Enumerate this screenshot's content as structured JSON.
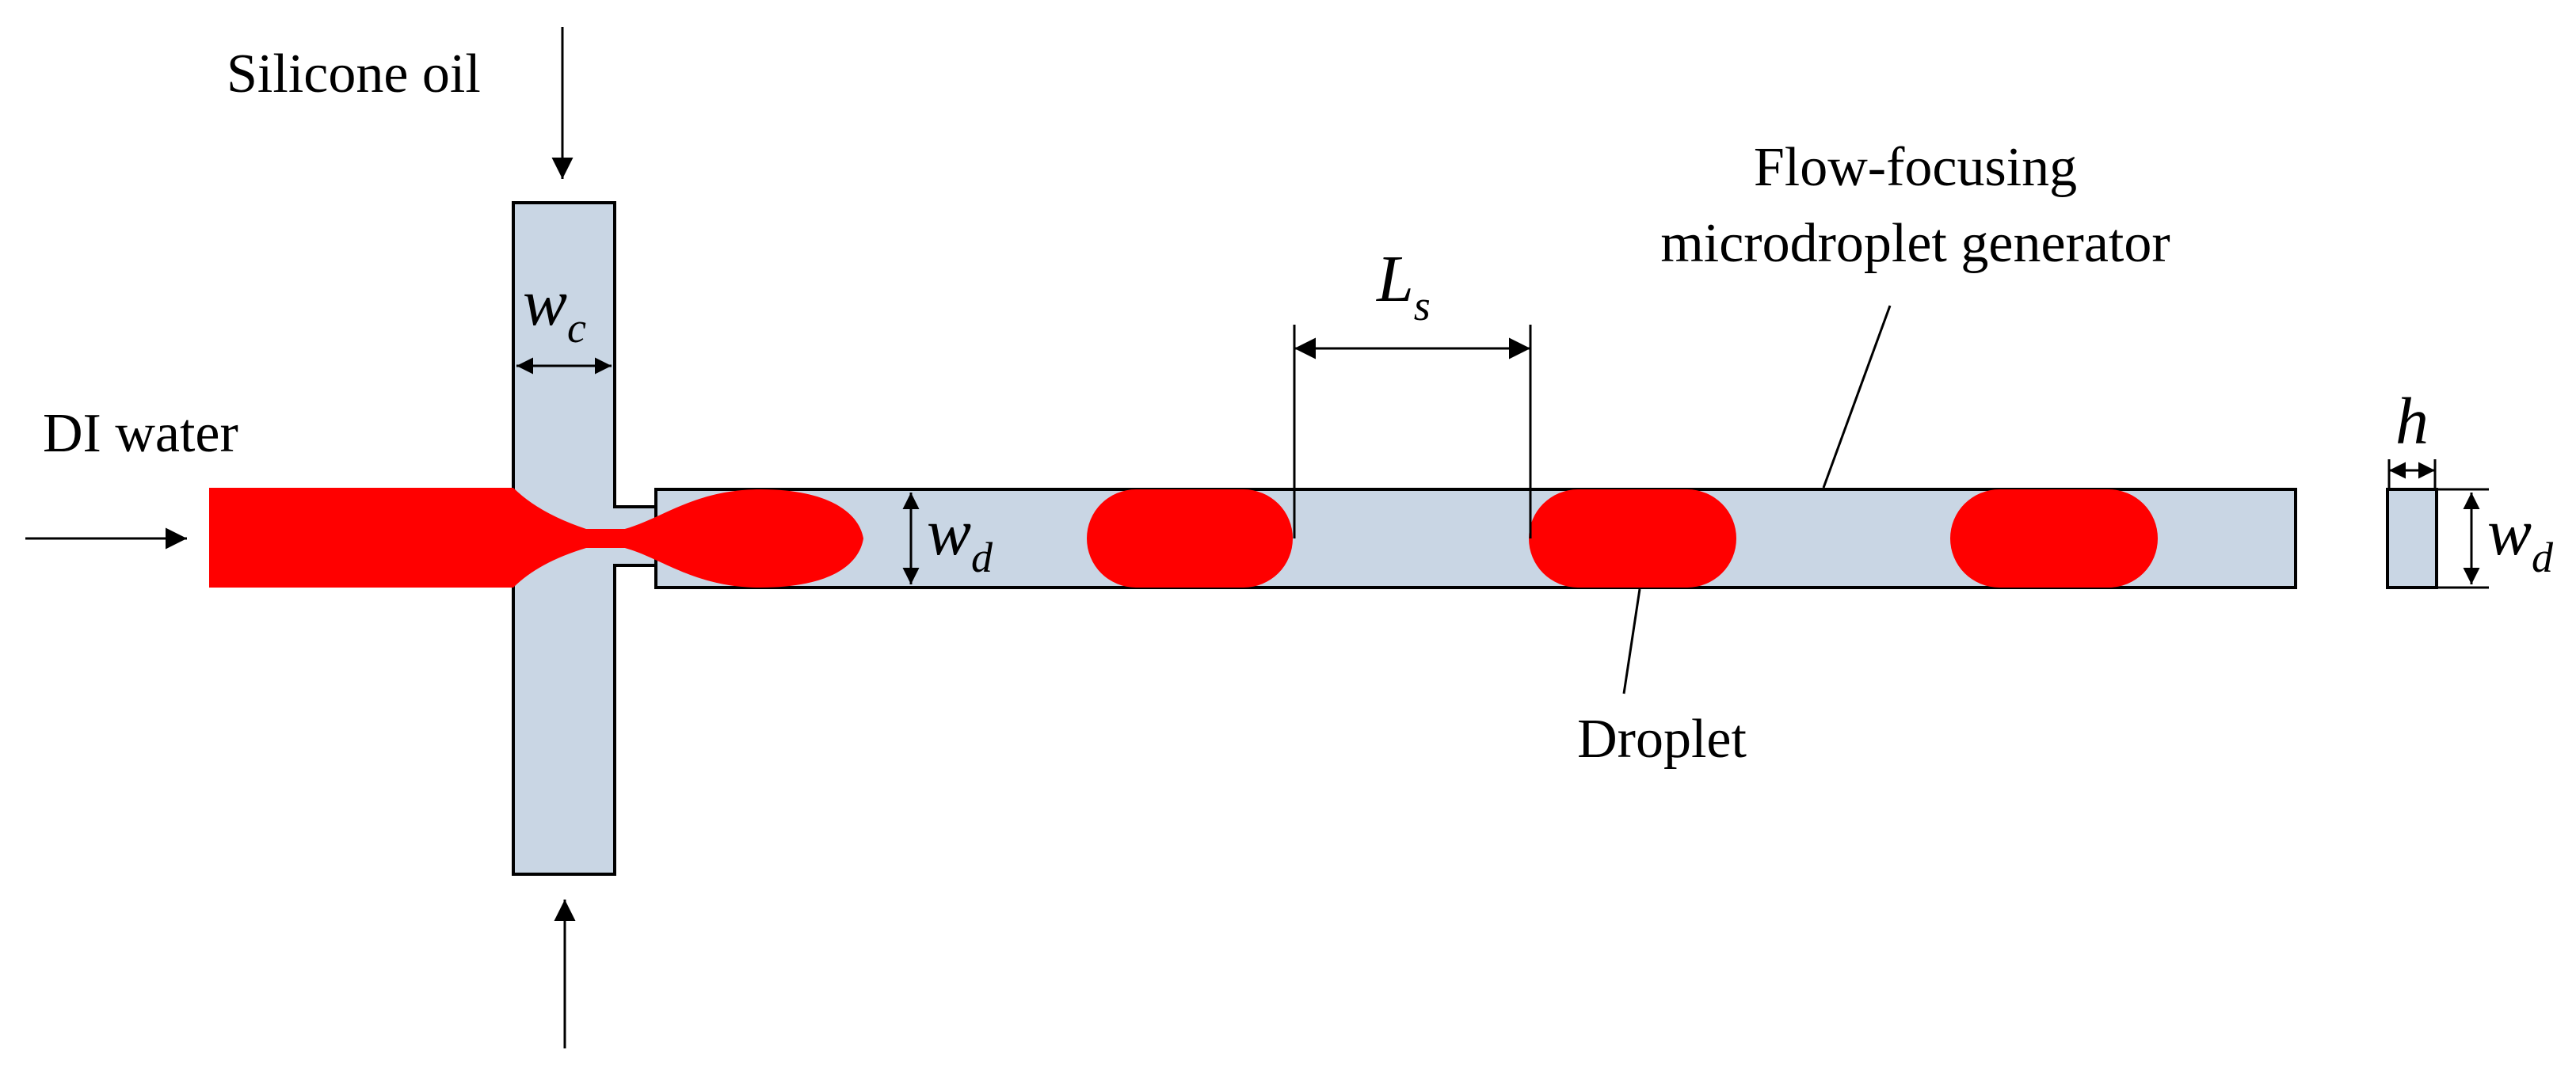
{
  "labels": {
    "silicone_oil": "Silicone oil",
    "di_water": "DI water",
    "generator_line1": "Flow-focusing",
    "generator_line2": "microdroplet generator",
    "droplet": "Droplet"
  },
  "symbols": {
    "wc": {
      "main": "w",
      "sub": "c"
    },
    "ls": {
      "main": "L",
      "sub": "s"
    },
    "wd_channel": {
      "main": "w",
      "sub": "d"
    },
    "h": {
      "main": "h"
    },
    "wd_section": {
      "main": "w",
      "sub": "d"
    }
  },
  "colors": {
    "channel_fill": "#c9d6e4",
    "water": "#ff0000",
    "stroke": "#000000"
  }
}
